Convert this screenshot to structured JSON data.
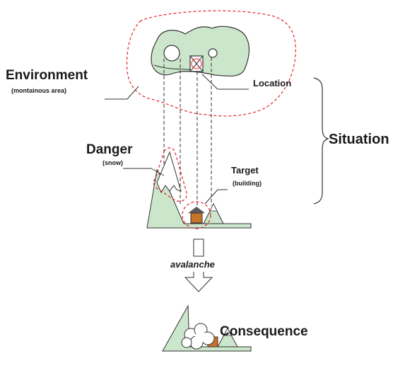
{
  "labels": {
    "environment": "Environment",
    "environment_sub": "(montainous area)",
    "location": "Location",
    "situation": "Situation",
    "danger": "Danger",
    "danger_sub": "(snow)",
    "target": "Target",
    "target_sub": "(building)",
    "event": "avalanche",
    "consequence": "Consequence"
  },
  "colors": {
    "terrain_fill": "#cce6cc",
    "outline": "#333333",
    "highlight_dashed": "#e8202a",
    "building": "#c8732a",
    "roof": "#5a5a5a"
  }
}
